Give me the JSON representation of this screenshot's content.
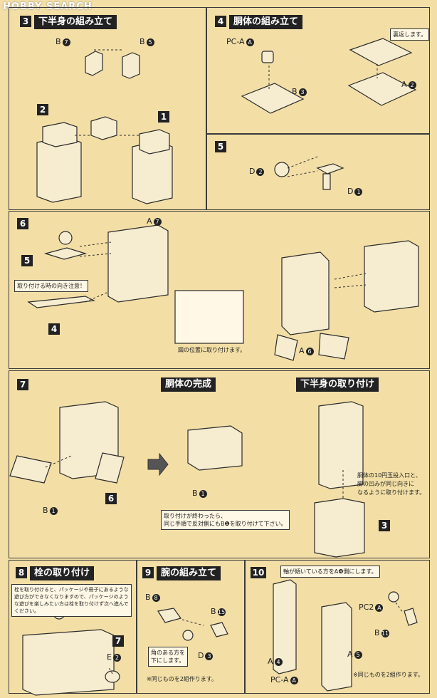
{
  "watermark": "HOBBY SEARCH",
  "steps": {
    "s3": {
      "num": "3",
      "title": "下半身の組み立て",
      "b7": "B",
      "b7n": "7",
      "b5": "B",
      "b5n": "5",
      "p2": "2",
      "p1": "1"
    },
    "s4": {
      "num": "4",
      "title": "胴体の組み立て",
      "pca": "PC-A",
      "pcan": "A",
      "b3": "B",
      "b3n": "3",
      "a2": "A",
      "a2n": "2",
      "note": "裏返します。"
    },
    "s5": {
      "num": "5",
      "d2": "D",
      "d2n": "2",
      "d1": "D",
      "d1n": "1"
    },
    "s6": {
      "num": "6",
      "a7": "A",
      "a7n": "7",
      "p5": "5",
      "p4": "4",
      "caution": "取り付ける時の向き注意！",
      "pos": "図の位置に取り付けます。",
      "a6": "A",
      "a6n": "6"
    },
    "s7": {
      "num": "7",
      "b1": "B",
      "b1n": "1",
      "p6": "6",
      "done_title": "胴体の完成",
      "b1b": "B",
      "b1bn": "1",
      "note1": "取り付けが終わったら、",
      "note2": "同じ手順で反対側にもB❶を取り付けて下さい。",
      "attach_title": "下半身の取り付け",
      "side1": "胴体の10円玉投入口と、",
      "side2": "脚の凹みが同じ向きに",
      "side3": "なるように取り付けます。",
      "p3": "3"
    },
    "s8": {
      "num": "8",
      "title": "栓の取り付け",
      "warn1": "栓を取り付けると、パッケージや冊子にあるような",
      "warn2": "遊び方ができなくなりますので、パッケージのよう",
      "warn3": "な遊びを楽しみたい方は栓を取り付けず次へ進んで",
      "warn4": "ください。",
      "p7": "7",
      "e2": "E",
      "e2n": "2"
    },
    "s9": {
      "num": "9",
      "title": "腕の組み立て",
      "b8": "B",
      "b8n": "8",
      "b15": "B",
      "b15n": "15",
      "d3": "D",
      "d3n": "3",
      "corner1": "角のある方を",
      "corner2": "下にします。",
      "same": "※同じものを2組作ります。"
    },
    "s10": {
      "num": "10",
      "axis": "軸が傾いている方をA❹側にします。",
      "pc2a": "PC2",
      "pc2an": "A",
      "b11": "B",
      "b11n": "11",
      "a4": "A",
      "a4n": "4",
      "a5": "A",
      "a5n": "5",
      "pca": "PC-A",
      "pcan": "A",
      "same": "※同じものを2組作ります。"
    }
  }
}
